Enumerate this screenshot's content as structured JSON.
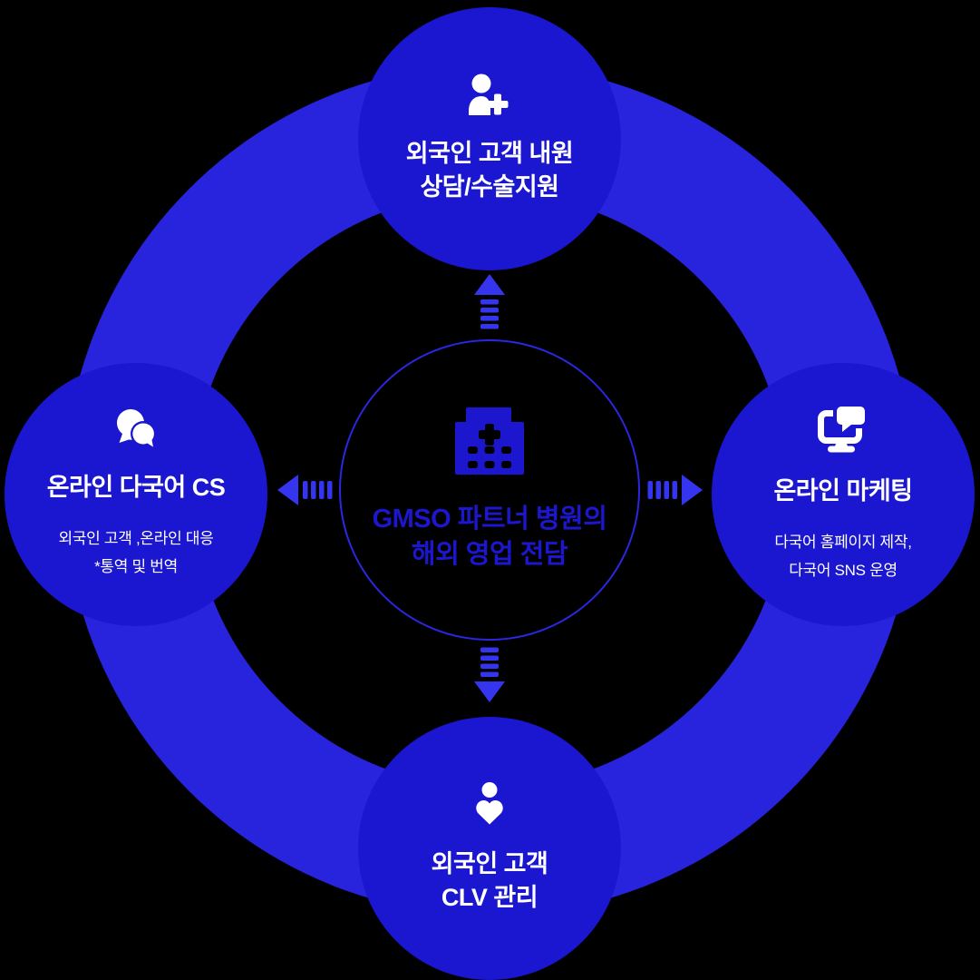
{
  "diagram": {
    "background": "#000000",
    "palette": {
      "ring": "#2823DC",
      "node_circle": "#1B16D0",
      "arrow": "#3534EF",
      "center_outline": "#2B26E0",
      "center_text": "#1C17CE",
      "text_on_blue": "#FFFFFF"
    },
    "center": {
      "icon": "hospital-icon",
      "line1": "GMSO 파트너 병원의",
      "line2": "해외 영업 전담"
    },
    "nodes": {
      "top": {
        "icon": "person-add-icon",
        "line1": "외국인 고객 내원",
        "line2": "상담/수술지원"
      },
      "right": {
        "icon": "monitor-chat-icon",
        "title": "온라인 마케팅",
        "sub1": "다국어 홈페이지 제작,",
        "sub2": "다국어 SNS 운영"
      },
      "bottom": {
        "icon": "person-heart-icon",
        "line1": "외국인 고객",
        "line2": "CLV 관리"
      },
      "left": {
        "icon": "chat-bubbles-icon",
        "title": "온라인 다국어 CS",
        "sub1": "외국인 고객 ,온라인 대응",
        "sub2": "*통역 및 번역"
      }
    },
    "arrows": [
      "up",
      "right",
      "down",
      "left"
    ]
  }
}
